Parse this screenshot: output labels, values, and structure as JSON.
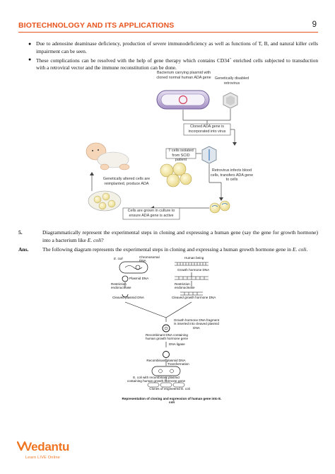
{
  "header": {
    "title": "BIOTECHNOLOGY AND ITS APPLICATIONS",
    "page_number": "9"
  },
  "bullets": [
    {
      "text": "Due to adenosine deaminase deficiency, production of severe immunodeficiency as well as functions of T, B, and natural killer cells impairment can be seen."
    },
    {
      "text_before": "These complications can be resolved with the help of gene therapy which contains CD34",
      "sup": "+",
      "text_after": " enriched cells subjected to transduction with a retroviral vector and the immune reconstitution can be done."
    }
  ],
  "figure1": {
    "labels": {
      "bacterium": "Bacterium carrying plasmid with cloned normal human ADA gene",
      "retrovirus": "Genetically disabled retrovirus",
      "cloned_gene": "Cloned ADA gene is incorporated into virus",
      "t_cells": "T cells isolated from SCID patient",
      "reimplanted": "Genetically altered cells are reimplanted, produce ADA",
      "infects": "Retrovirus infects blood cells, transfers ADA gene to cells",
      "culture": "Cells are grown in culture to ensure ADA gene is active"
    }
  },
  "question": {
    "number": "5.",
    "text_before": "Diagrammatically represent the experimental steps in cloning and expressing a human gene (say the gene for growth hormone) into a bacterium like ",
    "italic": "E. coli",
    "text_after": "?"
  },
  "answer": {
    "label": "Ans.",
    "text_before": "The following diagram represents the experimental steps in cloning and expressing a human growth hormone gene in ",
    "italic": "E. coli",
    "text_after": "."
  },
  "figure2": {
    "labels": {
      "chromosomal_dna": "Chromosomal DNA",
      "human_being": "Human being",
      "ecoli": "E. coli",
      "plasmid_dna": "Plasmid DNA",
      "growth_hormone_dna": "Growth hormone DNA",
      "restriction_left": "Restriction endonuclease",
      "restriction_right": "Restriction endonuclease",
      "cleaved_plasmid": "Cleaved plasmid DNA",
      "cleaved_growth": "Cleaved growth hormone DNA",
      "inserted": "Growth hormone DNA fragment is inserted into cleaved plasmid DNA",
      "recombinant_dna": "Recombinant DNA containing human growth hormone gene",
      "dna_ligase": "DNA ligase",
      "recombinant_plasmid": "Recombinant plasmid DNA",
      "transformation": "Transformation",
      "ecoli_recombinant": "E. coli with recombinant plasmid containing human growth hormone gene",
      "clones": "Clones of engineered E. coli",
      "caption": "Representation of cloning and expression of human gene into E. coli"
    }
  },
  "logo": {
    "brand": "Vedantu",
    "tagline": "Learn LIVE Online"
  },
  "colors": {
    "accent": "#e8531e",
    "logo": "#f07522"
  }
}
